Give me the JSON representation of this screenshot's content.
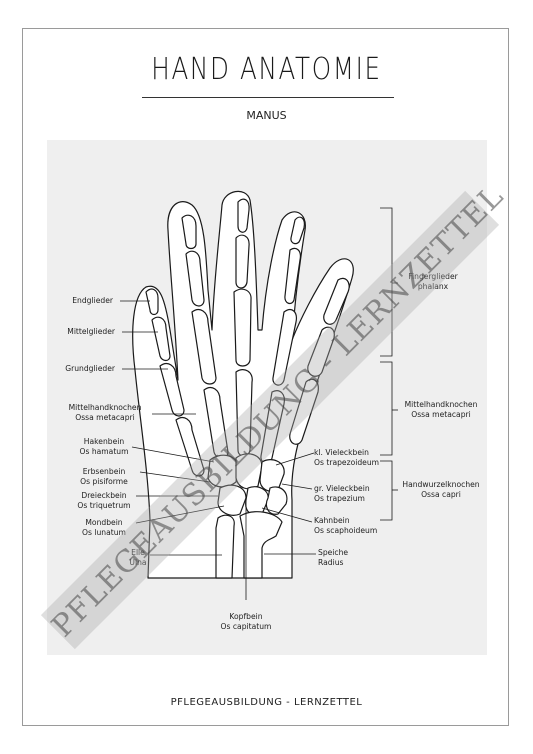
{
  "header": {
    "title": "HAND ANATOMIE",
    "subtitle": "MANUS"
  },
  "labels_left": {
    "endglieder": "Endglieder",
    "mittelglieder": "Mittelglieder",
    "grundglieder": "Grundglieder",
    "mittelhandknochen_de": "Mittelhandknochen",
    "mittelhandknochen_lat": "Ossa metacapri",
    "hakenbein_de": "Hakenbein",
    "hakenbein_lat": "Os hamatum",
    "erbsenbein_de": "Erbsenbein",
    "erbsenbein_lat": "Os pisiforme",
    "dreieckbein_de": "Dreieckbein",
    "dreieckbein_lat": "Os triquetrum",
    "mondbein_de": "Mondbein",
    "mondbein_lat": "Os lunatum",
    "elle_de": "Elle",
    "elle_lat": "Ulna"
  },
  "labels_right": {
    "fingerglieder_de": "Fingerglieder",
    "fingerglieder_lat": "phalanx",
    "mittelhand_de": "Mittelhandknochen",
    "mittelhand_lat": "Ossa metacapri",
    "kl_vieleckbein_de": "kl. Vieleckbein",
    "kl_vieleckbein_lat": "Os trapezoideum",
    "handwurzel_de": "Handwurzelknochen",
    "handwurzel_lat": "Ossa capri",
    "gr_vieleckbein_de": "gr. Vieleckbein",
    "gr_vieleckbein_lat": "Os trapezium",
    "kahnbein_de": "Kahnbein",
    "kahnbein_lat": "Os scaphoideum",
    "speiche_de": "Speiche",
    "speiche_lat": "Radius"
  },
  "labels_bottom": {
    "kopfbein_de": "Kopfbein",
    "kopfbein_lat": "Os capitatum"
  },
  "watermark": "PFLEGEAUSBILDUNG - LERNZETTEL",
  "footer": "PFLEGEAUSBILDUNG - LERNZETTEL",
  "colors": {
    "panel": "#efefef",
    "ink": "#1a1a1a",
    "watermark_band": "#aaaaaa"
  }
}
